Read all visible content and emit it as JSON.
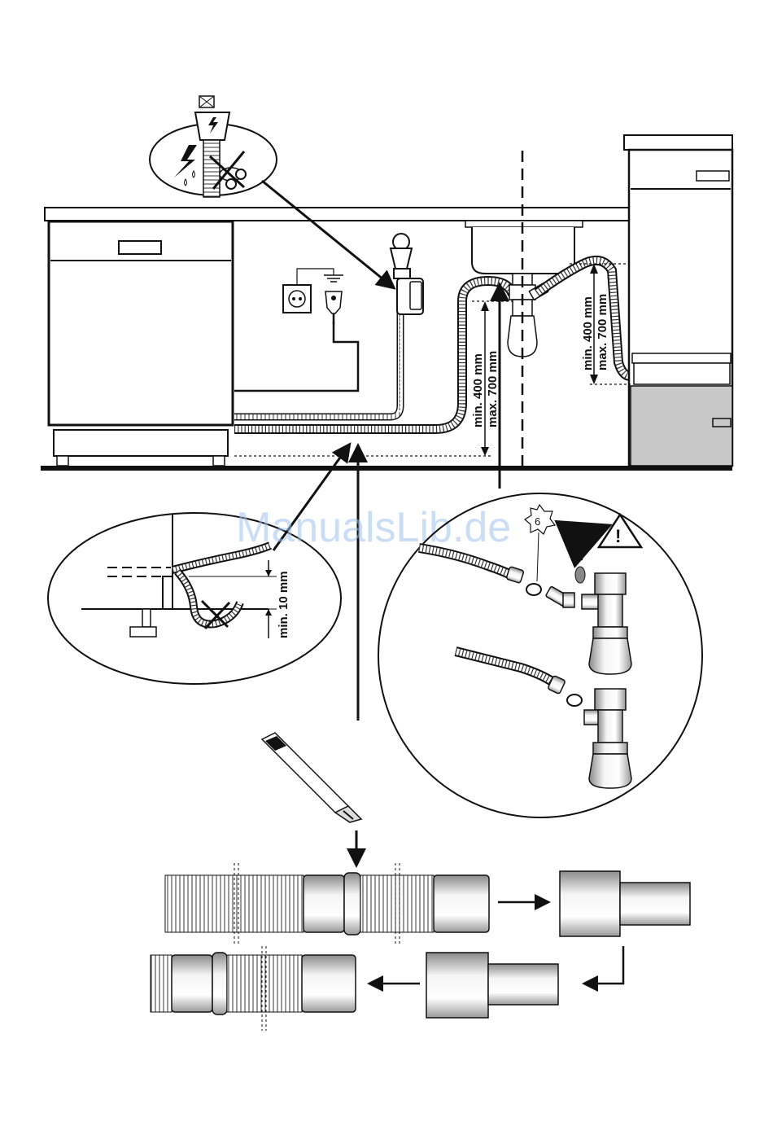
{
  "watermark": "ManualsLib.de",
  "dimensions": {
    "left_min": "min. 400 mm",
    "left_max": "max. 700 mm",
    "right_min": "min. 400 mm",
    "right_max": "max. 700 mm",
    "detail_min": "min. 10 mm"
  },
  "callout_number": "6",
  "warning_symbol": "!",
  "icons": [
    "electric-shock-icon",
    "no-cutting-icon",
    "ground-symbol-icon",
    "wall-socket-icon",
    "warning-triangle-icon",
    "knife-icon"
  ],
  "colors": {
    "line": "#111111",
    "cabinet_fill": "#c8c8c8",
    "watermark": "#9fc2ee"
  }
}
